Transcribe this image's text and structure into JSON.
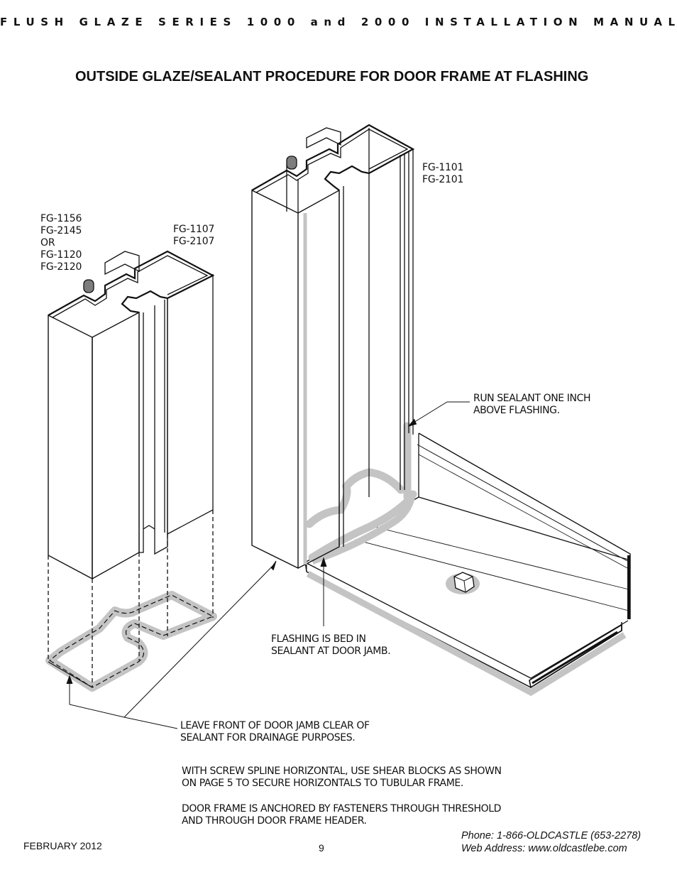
{
  "header": "FLUSH GLAZE SERIES 1000 and 2000 INSTALLATION MANUAL",
  "title": "OUTSIDE GLAZE/SEALANT PROCEDURE FOR DOOR FRAME AT FLASHING",
  "labels": {
    "left_part": "FG-1156\nFG-2145\nOR\nFG-1120\nFG-2120",
    "center_part": "FG-1107\nFG-2107",
    "right_part": "FG-1101\nFG-2101",
    "run_sealant": "RUN SEALANT ONE INCH\nABOVE FLASHING.",
    "flashing_bed": "FLASHING IS BED IN\nSEALANT AT DOOR JAMB.",
    "leave_front": "LEAVE FRONT OF DOOR JAMB CLEAR OF\nSEALANT FOR DRAINAGE PURPOSES."
  },
  "notes": [
    "WITH SCREW SPLINE HORIZONTAL, USE SHEAR BLOCKS AS SHOWN\nON PAGE 5 TO SECURE HORIZONTALS TO TUBULAR FRAME.",
    "DOOR FRAME IS ANCHORED BY FASTENERS THROUGH THRESHOLD\nAND THROUGH DOOR FRAME HEADER."
  ],
  "footer": {
    "date": "FEBRUARY 2012",
    "page": "9",
    "phone": "Phone: 1-866-OLDCASTLE (653-2278)",
    "web": "Web Address: www.oldcastlebe.com"
  },
  "colors": {
    "line": "#111111",
    "sealant": "#c4c4c4",
    "gasket": "#7d7d7d"
  }
}
